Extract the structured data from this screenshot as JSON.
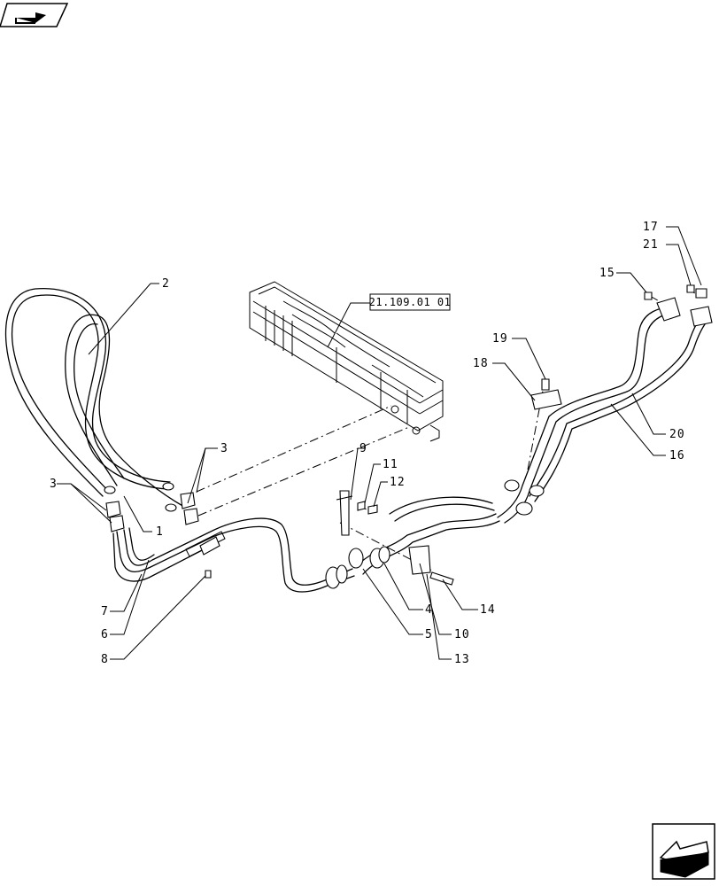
{
  "reference_box": "21.109.01 01",
  "callouts": [
    "1",
    "2",
    "3",
    "3",
    "4",
    "5",
    "6",
    "7",
    "8",
    "9",
    "10",
    "11",
    "12",
    "13",
    "14",
    "15",
    "16",
    "17",
    "18",
    "19",
    "20",
    "21"
  ],
  "icons": {
    "top_left": "previous-page-icon",
    "bottom_right": "next-page-icon"
  }
}
